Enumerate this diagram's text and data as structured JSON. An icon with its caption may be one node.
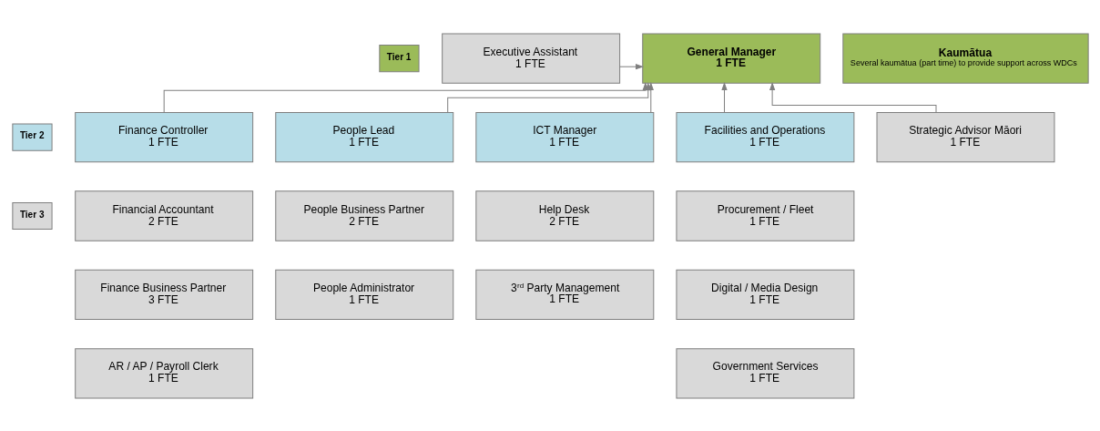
{
  "diagram": {
    "nodes": [
      {
        "text": [
          "Executive Assistant",
          "1 FTE"
        ]
      },
      {
        "text": [
          "General Manager",
          "1 FTE"
        ]
      },
      {
        "text": [
          "Kaumātua",
          "Several kaumātua (part time) to provide support across WDCs"
        ]
      },
      {
        "text": [
          "Finance Controller",
          "1 FTE"
        ]
      },
      {
        "text": [
          "People Lead",
          "1 FTE"
        ]
      },
      {
        "text": [
          "ICT Manager",
          "1 FTE"
        ]
      },
      {
        "text": [
          "Facilities and Operations",
          "1 FTE"
        ]
      },
      {
        "text": [
          "Strategic Advisor Māori",
          "1 FTE"
        ]
      },
      {
        "text": [
          "Financial Accountant",
          "2 FTE"
        ]
      },
      {
        "text": [
          "People Business Partner",
          "2 FTE"
        ]
      },
      {
        "text": [
          "Help Desk",
          "2 FTE"
        ]
      },
      {
        "text": [
          "Procurement / Fleet",
          "1 FTE"
        ]
      },
      {
        "text": [
          "Finance Business Partner",
          "3 FTE"
        ]
      },
      {
        "text": [
          "People Administrator",
          "1 FTE"
        ]
      },
      {
        "text": [
          "3$^{rd}$ Party Management",
          "1 FTE"
        ]
      },
      {
        "text": [
          "Digital / Media Design",
          "1 FTE"
        ]
      },
      {
        "text": [
          "AR / AP / Payroll Clerk",
          "1 FTE"
        ]
      },
      {
        "text": [
          "Government Services",
          "1 FTE"
        ]
      }
    ],
    "edges": [
      {
        "from": 0,
        "to": 1,
        "arrow": "to"
      },
      {
        "from": 3,
        "to": 1,
        "arrow": "to"
      },
      {
        "from": 4,
        "to": 1,
        "arrow": "to"
      },
      {
        "from": 5,
        "to": 1,
        "arrow": "to"
      },
      {
        "from": 6,
        "to": 1,
        "arrow": "to"
      },
      {
        "from": 7,
        "to": 1,
        "arrow": "to"
      }
    ],
    "legend": [
      {
        "text": "Tier 1",
        "color": "#9bbb59"
      },
      {
        "text": "Tier 2",
        "color": "#b7dde8"
      },
      {
        "text": "Tier 3",
        "color": "#d9d9d9"
      }
    ]
  }
}
